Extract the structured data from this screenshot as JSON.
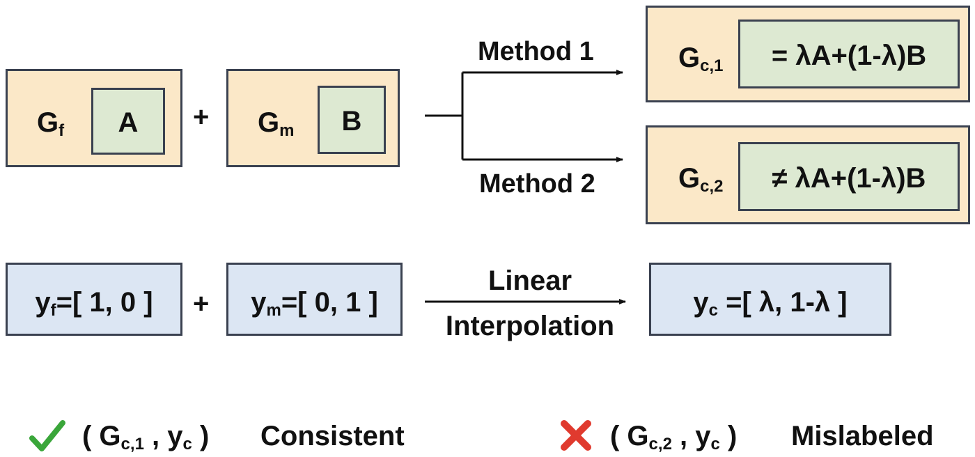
{
  "top": {
    "gf": {
      "base": "G",
      "sub": "f"
    },
    "a_label": "A",
    "plus": "+",
    "gm": {
      "base": "G",
      "sub": "m"
    },
    "b_label": "B",
    "method1": "Method 1",
    "method2": "Method 2",
    "gc1": {
      "base": "G",
      "sub": "c,1"
    },
    "eq1": "= λA+(1-λ)B",
    "gc2": {
      "base": "G",
      "sub": "c,2"
    },
    "eq2": "≠ λA+(1-λ)B"
  },
  "labels": {
    "yf": {
      "base": "y",
      "sub": "f",
      "rest": "=[ 1, 0 ]"
    },
    "plus": "+",
    "ym": {
      "base": "y",
      "sub": "m",
      "rest": "=[ 0, 1 ]"
    },
    "arrow_line1": "Linear",
    "arrow_line2": "Interpolation",
    "yc": {
      "base": "y",
      "sub": "c",
      "rest": " =[ λ, 1-λ ]"
    }
  },
  "legend": {
    "consistent": {
      "open": "( G",
      "g_sub": "c,1",
      "mid": " , y",
      "y_sub": "c",
      "close": " )",
      "word": "Consistent",
      "icon_color": "#3aa63a"
    },
    "mislabeled": {
      "open": "( G",
      "g_sub": "c,2",
      "mid": " , y",
      "y_sub": "c",
      "close": " )",
      "word": "Mislabeled",
      "icon_color": "#e03a2e"
    }
  }
}
